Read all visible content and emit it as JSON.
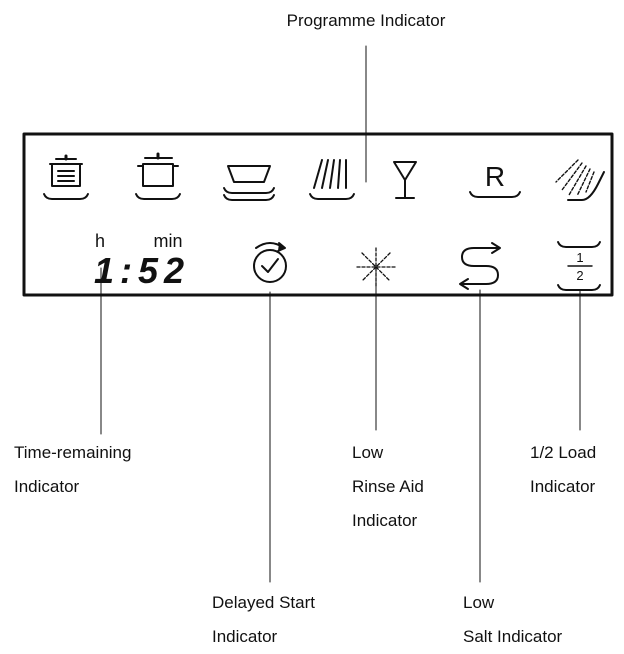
{
  "labels": {
    "programme": "Programme Indicator",
    "time_remaining": [
      "Time-remaining",
      "Indicator"
    ],
    "rinse_aid": [
      "Low",
      "Rinse Aid",
      "Indicator"
    ],
    "half_load": [
      "1/2 Load",
      "Indicator"
    ],
    "delayed_start": [
      "Delayed Start",
      "Indicator"
    ],
    "salt": [
      "Low",
      "Salt Indicator"
    ]
  },
  "display": {
    "hours_unit": "h",
    "minutes_unit": "min",
    "time": "1:52",
    "half_numerator": "1",
    "half_denominator": "2",
    "rinse_letter": "R"
  },
  "programme_icons": [
    "intensive-pot-icon",
    "normal-pot-icon",
    "economy-dishes-icon",
    "glass-spray-icon",
    "wine-glass-icon",
    "rinse-r-icon",
    "pre-rinse-shower-icon"
  ],
  "status_icons": [
    "delay-clock-icon",
    "rinse-aid-sparkle-icon",
    "salt-arrows-icon",
    "half-load-icon"
  ]
}
